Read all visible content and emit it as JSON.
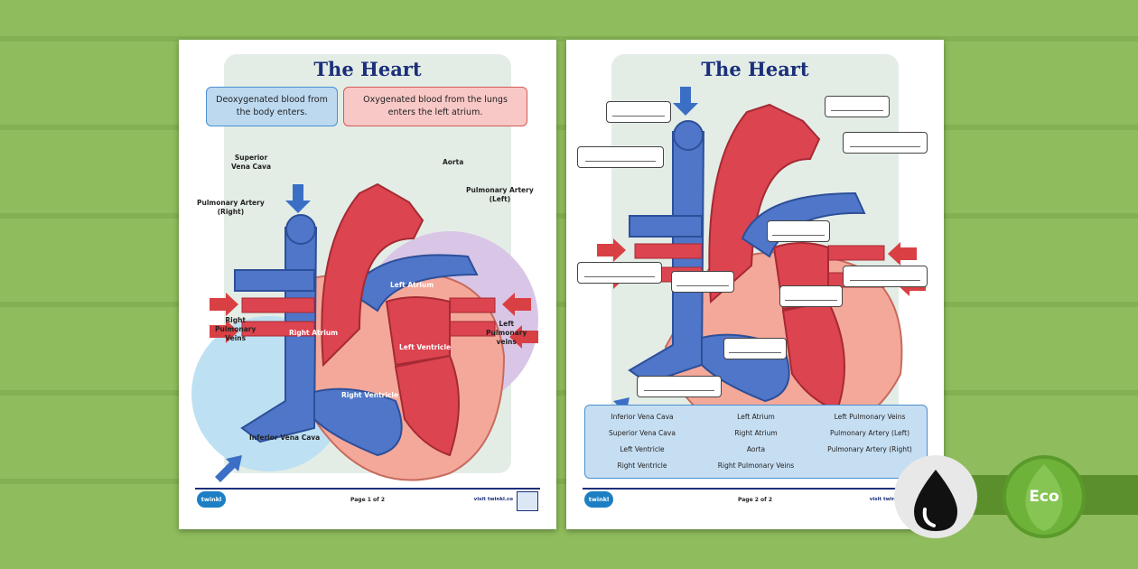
{
  "page1": {
    "title": "The Heart",
    "info_deoxy": "Deoxygenated blood from the body enters.",
    "info_oxy": "Oxygenated blood from the lungs enters the left atrium.",
    "labels": {
      "svc": "Superior\nVena Cava",
      "aorta": "Aorta",
      "pa_right": "Pulmonary Artery\n(Right)",
      "pa_left": "Pulmonary Artery\n(Left)",
      "left_atrium": "Left Atrium",
      "right_atrium": "Right Atrium",
      "left_ventricle": "Left Ventricle",
      "right_ventricle": "Right Ventricle",
      "right_pv": "Right\nPulmonary\nVeins",
      "left_pv": "Left\nPulmonary\nveins",
      "ivc": "Inferior Vena Cava"
    },
    "footer": {
      "logo": "twinkl",
      "page": "Page 1 of 2",
      "visit": "visit twinkl.co"
    }
  },
  "page2": {
    "title": "The Heart",
    "word_bank": [
      "Inferior Vena Cava",
      "Left Atrium",
      "Left Pulmonary Veins",
      "Superior Vena Cava",
      "Right Atrium",
      "Pulmonary Artery (Left)",
      "Left Ventricle",
      "Aorta",
      "Pulmonary Artery (Right)",
      "Right Ventricle",
      "Right Pulmonary Veins"
    ],
    "footer": {
      "logo": "twinkl",
      "page": "Page 2 of 2",
      "visit": "visit twinkl"
    }
  },
  "badges": {
    "ink_icon": "ink-drop-icon",
    "eco_label": "Eco",
    "eco_icon": "leaf-icon",
    "ink_color": "#111111",
    "eco_color": "#6fb23a"
  }
}
